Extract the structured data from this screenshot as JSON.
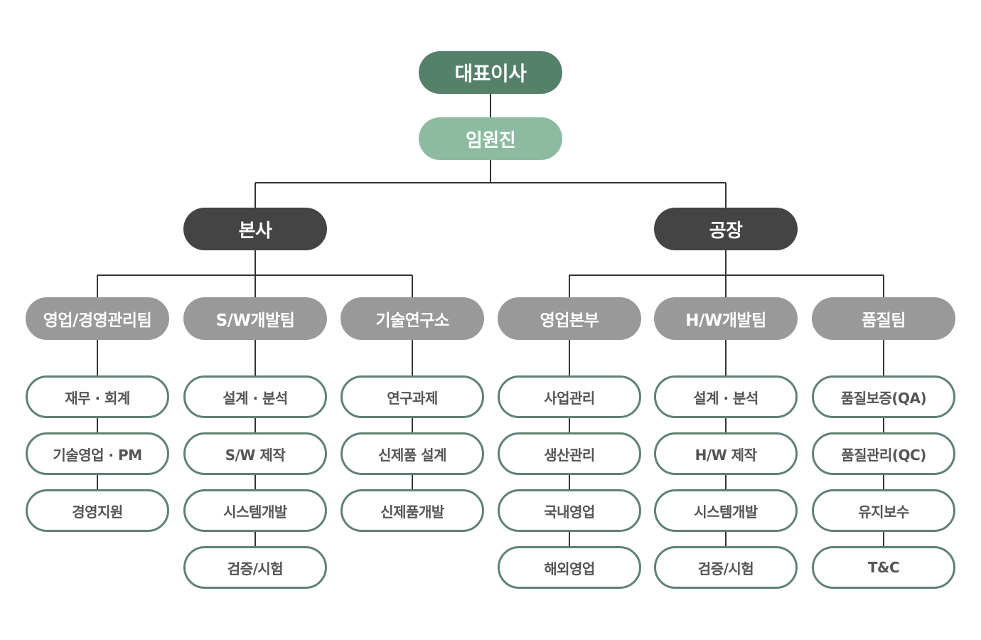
{
  "ceo": {
    "label": "대표이사"
  },
  "executives": {
    "label": "임원진"
  },
  "divisions": [
    {
      "label": "본사",
      "teams": [
        {
          "label": "영업/경영관리팀",
          "tasks": [
            "재무 · 회계",
            "기술영업 · PM",
            "경영지원"
          ]
        },
        {
          "label": "S/W개발팀",
          "tasks": [
            "설계 · 분석",
            "S/W 제작",
            "시스템개발",
            "검증/시험"
          ]
        },
        {
          "label": "기술연구소",
          "tasks": [
            "연구과제",
            "신제품 설계",
            "신제품개발"
          ]
        }
      ]
    },
    {
      "label": "공장",
      "teams": [
        {
          "label": "영업본부",
          "tasks": [
            "사업관리",
            "생산관리",
            "국내영업",
            "해외영업"
          ]
        },
        {
          "label": "H/W개발팀",
          "tasks": [
            "설계 · 분석",
            "H/W 제작",
            "시스템개발",
            "검증/시험"
          ]
        },
        {
          "label": "품질팀",
          "tasks": [
            "품질보증(QA)",
            "품질관리(QC)",
            "유지보수",
            "T&C"
          ]
        }
      ]
    }
  ],
  "colors": {
    "ceo": "#55806a",
    "executives": "#8dbba2",
    "division": "#444444",
    "team": "#999999",
    "task_border": "#5f8270",
    "line": "#333333"
  }
}
